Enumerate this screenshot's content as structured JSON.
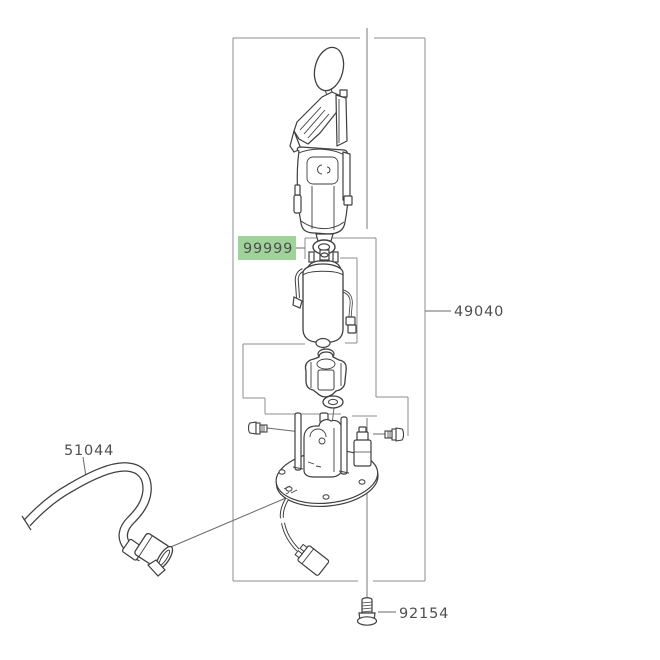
{
  "diagram": {
    "part_labels": {
      "p99999": {
        "text": "99999",
        "highlighted": true
      },
      "p49040": {
        "text": "49040",
        "highlighted": false
      },
      "p51044": {
        "text": "51044",
        "highlighted": false
      },
      "p92154": {
        "text": "92154",
        "highlighted": false
      }
    },
    "colors": {
      "highlight_bg": "#9fd39a",
      "label_text": "#4f4f4f",
      "part_line": "#3f3f3f",
      "box_line": "#8c8c8c",
      "background": "#ffffff"
    }
  }
}
